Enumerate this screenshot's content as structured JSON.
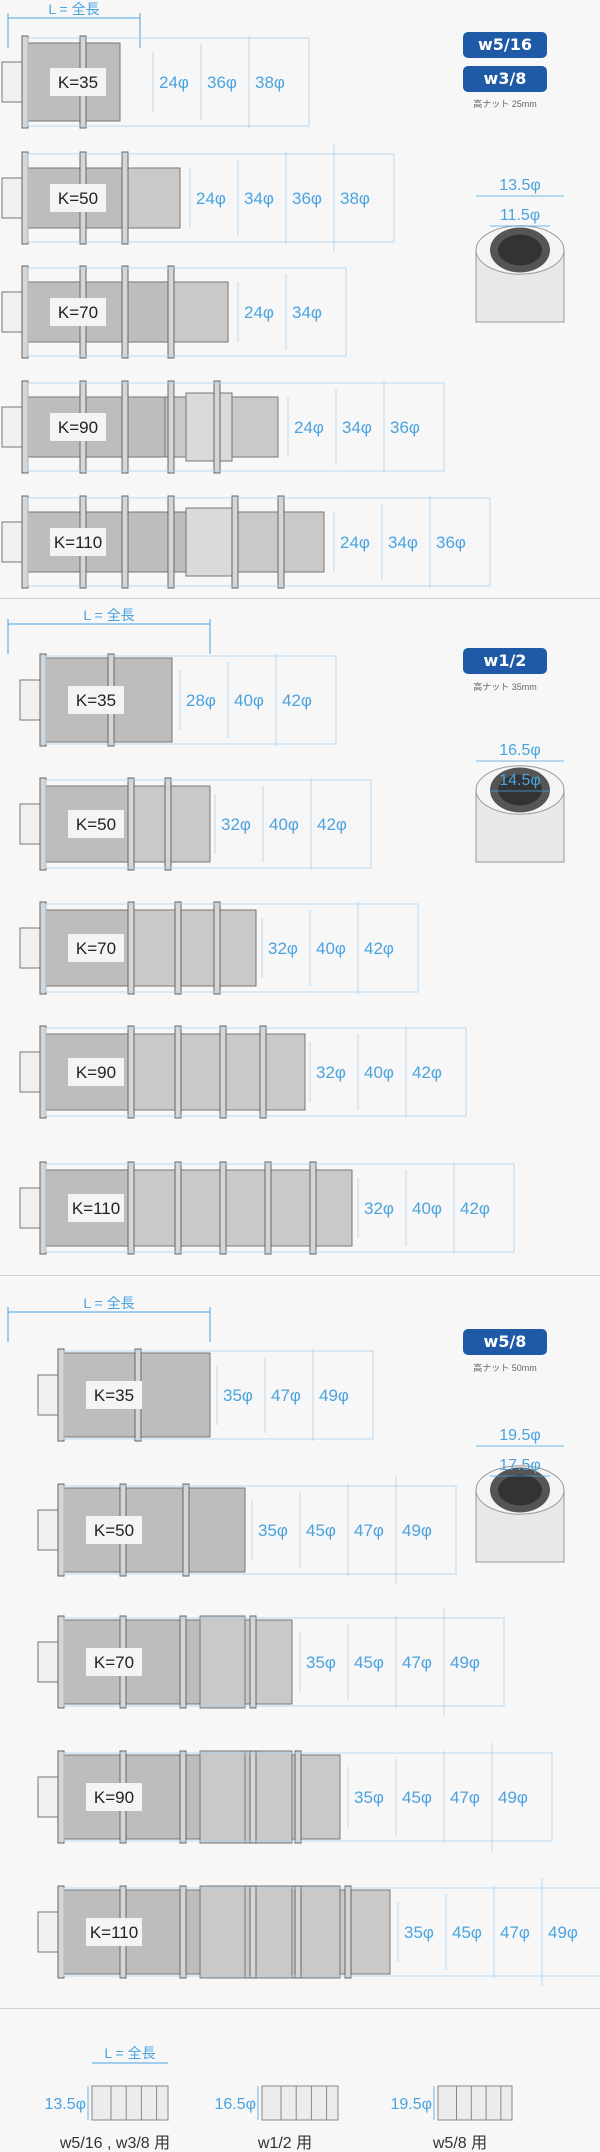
{
  "length_label": "L = 全長",
  "sections": [
    {
      "badges": [
        "w5/16",
        "w3/8"
      ],
      "nut_note": "高ナット 25mm",
      "nut_outer": "13.5φ",
      "nut_inner": "11.5φ",
      "rows": [
        {
          "label": "K=35",
          "dims": [
            "24φ",
            "36φ",
            "38φ"
          ]
        },
        {
          "label": "K=50",
          "dims": [
            "24φ",
            "34φ",
            "36φ",
            "38φ"
          ]
        },
        {
          "label": "K=70",
          "dims": [
            "24φ",
            "34φ"
          ]
        },
        {
          "label": "K=90",
          "dims": [
            "24φ",
            "34φ",
            "36φ"
          ]
        },
        {
          "label": "K=110",
          "dims": [
            "24φ",
            "34φ",
            "36φ"
          ]
        }
      ]
    },
    {
      "badges": [
        "w1/2"
      ],
      "nut_note": "高ナット 35mm",
      "nut_outer": "16.5φ",
      "nut_inner": "14.5φ",
      "rows": [
        {
          "label": "K=35",
          "dims": [
            "28φ",
            "40φ",
            "42φ"
          ]
        },
        {
          "label": "K=50",
          "dims": [
            "32φ",
            "40φ",
            "42φ"
          ]
        },
        {
          "label": "K=70",
          "dims": [
            "32φ",
            "40φ",
            "42φ"
          ]
        },
        {
          "label": "K=90",
          "dims": [
            "32φ",
            "40φ",
            "42φ"
          ]
        },
        {
          "label": "K=110",
          "dims": [
            "32φ",
            "40φ",
            "42φ"
          ]
        }
      ]
    },
    {
      "badges": [
        "w5/8"
      ],
      "nut_note": "高ナット 50mm",
      "nut_outer": "19.5φ",
      "nut_inner": "17.5φ",
      "rows": [
        {
          "label": "K=35",
          "dims": [
            "35φ",
            "47φ",
            "49φ"
          ]
        },
        {
          "label": "K=50",
          "dims": [
            "35φ",
            "45φ",
            "47φ",
            "49φ"
          ]
        },
        {
          "label": "K=70",
          "dims": [
            "35φ",
            "45φ",
            "47φ",
            "49φ"
          ]
        },
        {
          "label": "K=90",
          "dims": [
            "35φ",
            "45φ",
            "47φ",
            "49φ"
          ]
        },
        {
          "label": "K=110",
          "dims": [
            "35φ",
            "45φ",
            "47φ",
            "49φ"
          ]
        }
      ]
    }
  ],
  "footer": {
    "length_label": "L = 全長",
    "items": [
      {
        "dim": "13.5φ",
        "caption": "w5/16 , w3/8 用"
      },
      {
        "dim": "16.5φ",
        "caption": "w1/2 用"
      },
      {
        "dim": "19.5φ",
        "caption": "w5/8 用"
      }
    ]
  },
  "colors": {
    "dimension": "#4aa3df",
    "badge": "#1f5aa6"
  }
}
